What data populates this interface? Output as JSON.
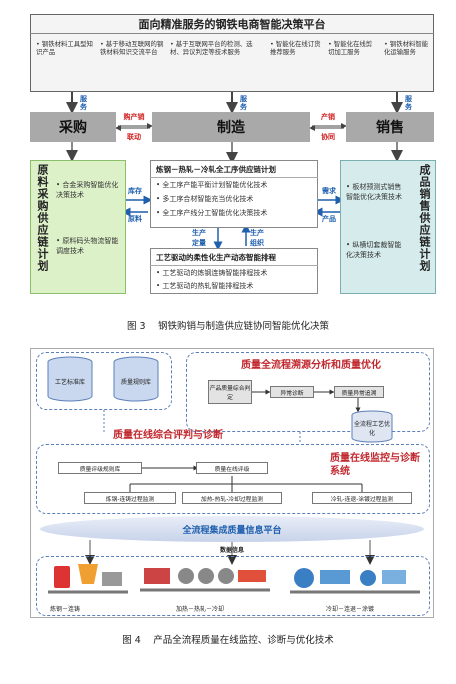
{
  "fig3": {
    "platform_title": "面向精准服务的钢铁电商智能决策平台",
    "services": [
      "• 钢铁材料工具型知识产品",
      "• 基于移动互联网的钢铁材料知识交流平台",
      "• 基于互联网平台的检测、选材、异议判定等技术服务",
      "• 智能化在线订货推荐服务",
      "• 智能化在线剪切加工服务",
      "• 钢铁材料智能化运输服务"
    ],
    "service_label": "服务",
    "stages": [
      "采购",
      "制造",
      "销售"
    ],
    "link_left": [
      "购产销",
      "联动"
    ],
    "link_right": [
      "产销",
      "协同"
    ],
    "left_title": "原料采购供应链计划",
    "left_items": [
      "• 合金采购智能优化决策技术",
      "• 原料码头物流智能调度技术"
    ],
    "right_title": "成品销售供应链计划",
    "right_items": [
      "• 板材预测式销售智能优化决策技术",
      "• 纵横切套裁智能化决策技术"
    ],
    "center_title": "炼钢－热轧－冷轧全工序供应链计划",
    "center_items": [
      "• 全工序产能平衡计划智能优化技术",
      "• 多工序合材智能充当优化技术",
      "• 全工序产线分工智能优化决策技术"
    ],
    "inventory_label": "库存",
    "material_label": "原料",
    "demand_label": "需求",
    "product_label": "产品",
    "plan_quota": [
      "生产",
      "定量"
    ],
    "plan_org": [
      "生产",
      "组织"
    ],
    "schedule_title": "工艺驱动的柔性化生产动态智能排程",
    "schedule_items": [
      "• 工艺驱动的炼钢连铸智能排程技术",
      "• 工艺驱动的热轧智能排程技术"
    ],
    "caption": "图 3　  钢铁购销与制造供应链协同智能优化决策"
  },
  "fig4": {
    "db1": "工艺标准库",
    "db2": "质量规则库",
    "trace_title": "质量全流程溯源分析和质量优化",
    "trace_steps": [
      "产品质量综合判定",
      "异常诊断",
      "质量异常追溯"
    ],
    "trace_db": "全流程工艺优化",
    "eval_title": "质量在线综合评判与诊断",
    "monitor_title": "质量在线监控与诊断系统",
    "rules_box": "质量评级规则库",
    "online_rating": "质量在线评级",
    "monitors": [
      "炼钢-连铸过程监测",
      "加热-热轧-冷却过程监测",
      "冷轧-连退-涂镀过程监测"
    ],
    "platform": "全流程集成质量信息平台",
    "data_info": "数据信息",
    "process_labels": [
      "炼钢－连铸",
      "加热－热轧－冷却",
      "冷却－连退－涂镀"
    ],
    "caption": "图 4　  产品全流程质量在线监控、诊断与优化技术"
  }
}
